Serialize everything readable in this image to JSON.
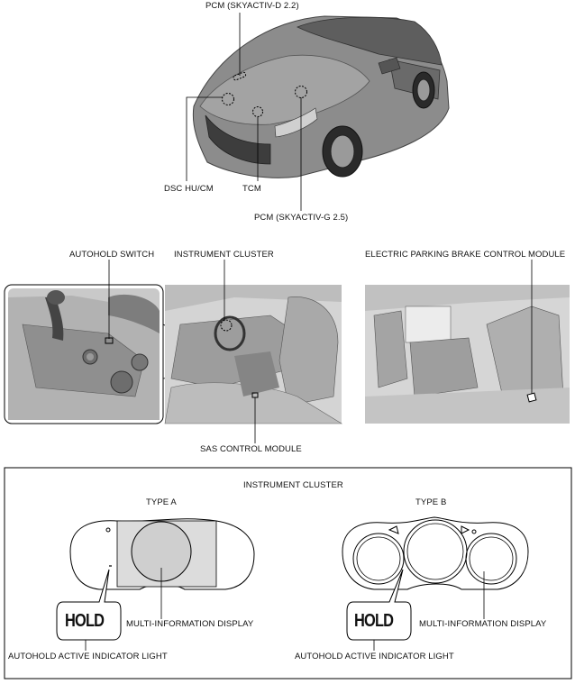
{
  "top": {
    "pcm_diesel": "PCM (SKYACTIV-D 2.2)",
    "dsc": "DSC HU/CM",
    "tcm": "TCM",
    "pcm_gas": "PCM (SKYACTIV-G 2.5)"
  },
  "middle": {
    "autohold_switch": "AUTOHOLD SWITCH",
    "instrument_cluster": "INSTRUMENT CLUSTER",
    "epb_module": "ELECTRIC PARKING BRAKE CONTROL MODULE",
    "sas_module": "SAS CONTROL MODULE"
  },
  "bottom": {
    "title": "INSTRUMENT CLUSTER",
    "type_a": {
      "label": "TYPE A",
      "hold": "HOLD",
      "display": "MULTI-INFORMATION DISPLAY",
      "indicator": "AUTOHOLD ACTIVE INDICATOR LIGHT"
    },
    "type_b": {
      "label": "TYPE B",
      "hold": "HOLD",
      "display": "MULTI-INFORMATION DISPLAY",
      "indicator": "AUTOHOLD ACTIVE INDICATOR LIGHT"
    }
  }
}
